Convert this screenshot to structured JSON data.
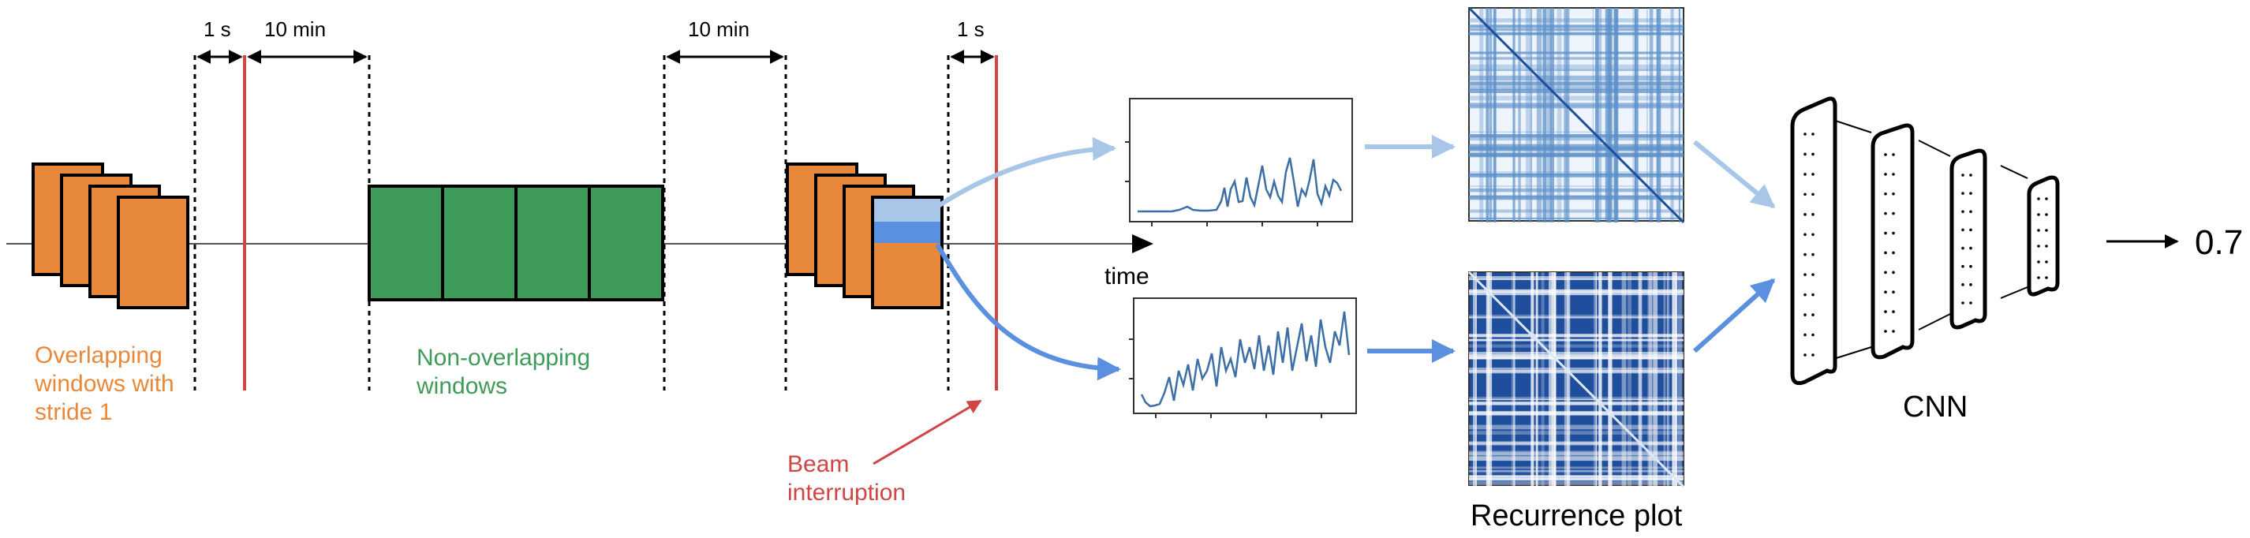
{
  "labels": {
    "gap_1s_left": "1 s",
    "gap_10min_left": "10 min",
    "gap_10min_right": "10 min",
    "gap_1s_right": "1 s",
    "overlapping": [
      "Overlapping",
      "windows with",
      "stride 1"
    ],
    "non_overlapping": [
      "Non-overlapping",
      "windows"
    ],
    "beam": [
      "Beam",
      "interruption"
    ],
    "time": "time",
    "recurrence": "Recurrence plot",
    "cnn": "CNN",
    "output": "0.7"
  },
  "colors": {
    "orange": "#E8883A",
    "green": "#3E9B5A",
    "red": "#D04545",
    "light_blue": "#A8C6E8",
    "mid_blue": "#5B8FE0",
    "plot_line": "#3C6FA6",
    "rp_dark": "#1F4E9C"
  }
}
